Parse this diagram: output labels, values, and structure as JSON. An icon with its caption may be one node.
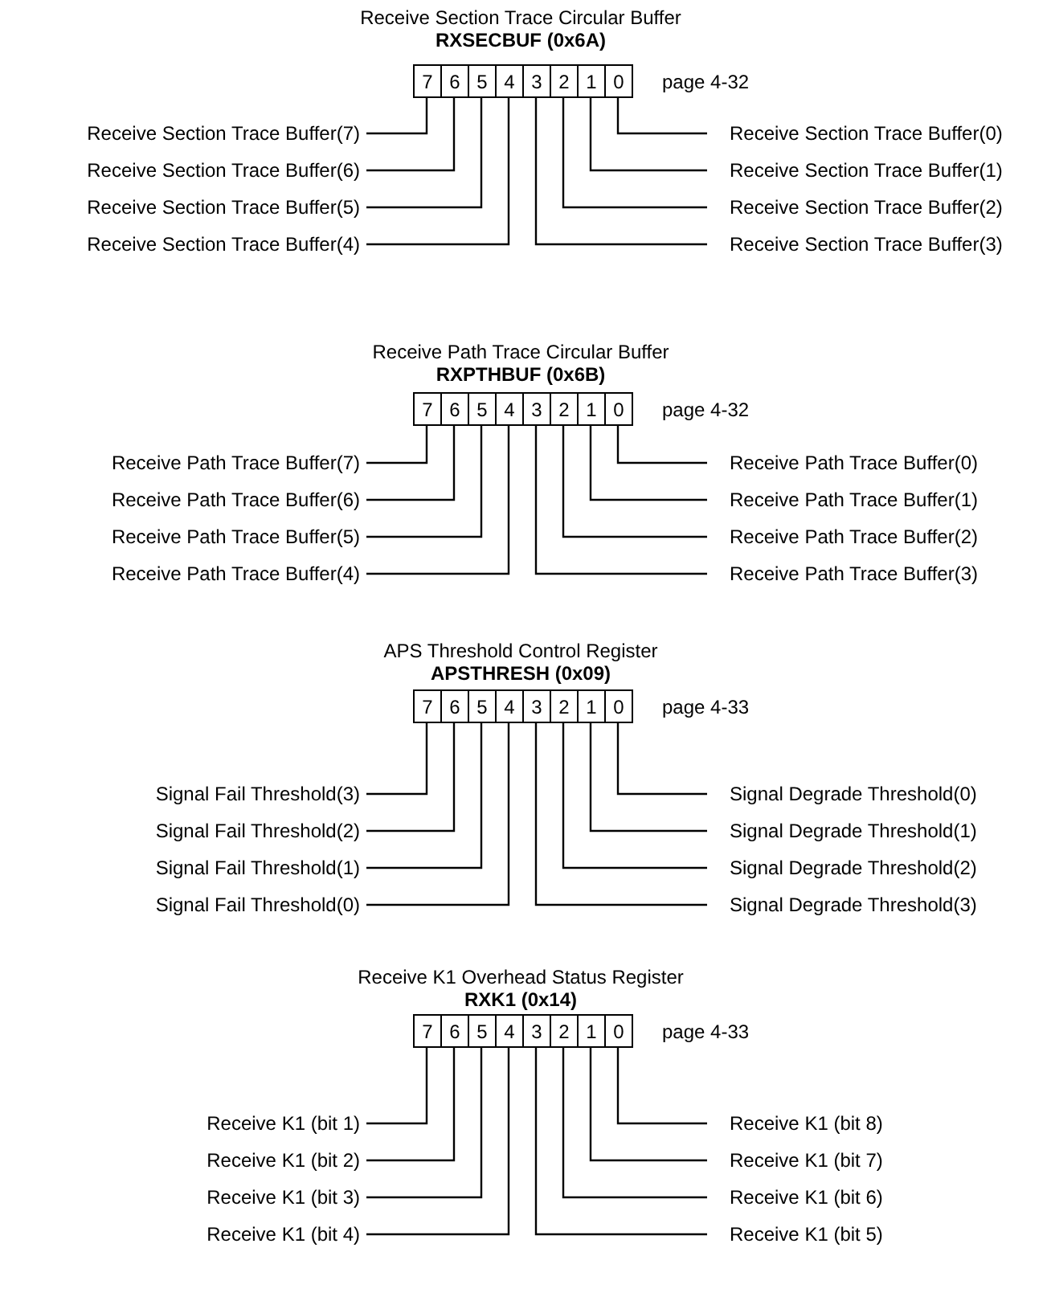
{
  "diagram": {
    "nodes": [
      {
        "text": [
          "7"
        ]
      },
      {
        "text": [
          "6"
        ]
      },
      {
        "text": [
          "5"
        ]
      },
      {
        "text": [
          "4"
        ]
      },
      {
        "text": [
          "3"
        ]
      },
      {
        "text": [
          "2"
        ]
      },
      {
        "text": [
          "1"
        ]
      },
      {
        "text": [
          "0"
        ]
      },
      {
        "text": [
          "Receive Section Trace Buffer(7)"
        ]
      },
      {
        "text": [
          "Receive Section Trace Buffer(0)"
        ]
      },
      {
        "text": [
          "Receive Section Trace Buffer(6)"
        ]
      },
      {
        "text": [
          "Receive Section Trace Buffer(1)"
        ]
      },
      {
        "text": [
          "Receive Section Trace Buffer(5)"
        ]
      },
      {
        "text": [
          "Receive Section Trace Buffer(2)"
        ]
      },
      {
        "text": [
          "Receive Section Trace Buffer(4)"
        ]
      },
      {
        "text": [
          "Receive Section Trace Buffer(3)"
        ]
      },
      {
        "text": [
          "7"
        ]
      },
      {
        "text": [
          "6"
        ]
      },
      {
        "text": [
          "5"
        ]
      },
      {
        "text": [
          "4"
        ]
      },
      {
        "text": [
          "3"
        ]
      },
      {
        "text": [
          "2"
        ]
      },
      {
        "text": [
          "1"
        ]
      },
      {
        "text": [
          "0"
        ]
      },
      {
        "text": [
          "Receive Path Trace Buffer(7)"
        ]
      },
      {
        "text": [
          "Receive Path Trace Buffer(0)"
        ]
      },
      {
        "text": [
          "Receive Path Trace Buffer(6)"
        ]
      },
      {
        "text": [
          "Receive Path Trace Buffer(1)"
        ]
      },
      {
        "text": [
          "Receive Path Trace Buffer(5)"
        ]
      },
      {
        "text": [
          "Receive Path Trace Buffer(2)"
        ]
      },
      {
        "text": [
          "Receive Path Trace Buffer(4)"
        ]
      },
      {
        "text": [
          "Receive Path Trace Buffer(3)"
        ]
      },
      {
        "text": [
          "7"
        ]
      },
      {
        "text": [
          "6"
        ]
      },
      {
        "text": [
          "5"
        ]
      },
      {
        "text": [
          "4"
        ]
      },
      {
        "text": [
          "3"
        ]
      },
      {
        "text": [
          "2"
        ]
      },
      {
        "text": [
          "1"
        ]
      },
      {
        "text": [
          "0"
        ]
      },
      {
        "text": [
          "Signal Fail Threshold(3)"
        ]
      },
      {
        "text": [
          "Signal Degrade Threshold(0)"
        ]
      },
      {
        "text": [
          "Signal Fail Threshold(2)"
        ]
      },
      {
        "text": [
          "Signal Degrade Threshold(1)"
        ]
      },
      {
        "text": [
          "Signal Fail Threshold(1)"
        ]
      },
      {
        "text": [
          "Signal Degrade Threshold(2)"
        ]
      },
      {
        "text": [
          "Signal Fail Threshold(0)"
        ]
      },
      {
        "text": [
          "Signal Degrade Threshold(3)"
        ]
      },
      {
        "text": [
          "7"
        ]
      },
      {
        "text": [
          "6"
        ]
      },
      {
        "text": [
          "5"
        ]
      },
      {
        "text": [
          "4"
        ]
      },
      {
        "text": [
          "3"
        ]
      },
      {
        "text": [
          "2"
        ]
      },
      {
        "text": [
          "1"
        ]
      },
      {
        "text": [
          "0"
        ]
      },
      {
        "text": [
          "Receive K1 (bit 1)"
        ]
      },
      {
        "text": [
          "Receive K1 (bit 8)"
        ]
      },
      {
        "text": [
          "Receive K1 (bit 2)"
        ]
      },
      {
        "text": [
          "Receive K1 (bit 7)"
        ]
      },
      {
        "text": [
          "Receive K1 (bit 3)"
        ]
      },
      {
        "text": [
          "Receive K1 (bit 6)"
        ]
      },
      {
        "text": [
          "Receive K1 (bit 4)"
        ]
      },
      {
        "text": [
          "Receive K1 (bit 5)"
        ]
      }
    ],
    "edges": [
      {
        "from": 8,
        "to": 0,
        "arrow": "none"
      },
      {
        "from": 9,
        "to": 7,
        "arrow": "none"
      },
      {
        "from": 10,
        "to": 1,
        "arrow": "none"
      },
      {
        "from": 11,
        "to": 6,
        "arrow": "none"
      },
      {
        "from": 12,
        "to": 2,
        "arrow": "none"
      },
      {
        "from": 13,
        "to": 5,
        "arrow": "none"
      },
      {
        "from": 14,
        "to": 3,
        "arrow": "none"
      },
      {
        "from": 15,
        "to": 4,
        "arrow": "none"
      },
      {
        "from": 24,
        "to": 16,
        "arrow": "none"
      },
      {
        "from": 25,
        "to": 23,
        "arrow": "none"
      },
      {
        "from": 26,
        "to": 17,
        "arrow": "none"
      },
      {
        "from": 27,
        "to": 22,
        "arrow": "none"
      },
      {
        "from": 28,
        "to": 18,
        "arrow": "none"
      },
      {
        "from": 29,
        "to": 21,
        "arrow": "none"
      },
      {
        "from": 30,
        "to": 19,
        "arrow": "none"
      },
      {
        "from": 31,
        "to": 20,
        "arrow": "none"
      },
      {
        "from": 40,
        "to": 32,
        "arrow": "none"
      },
      {
        "from": 41,
        "to": 39,
        "arrow": "none"
      },
      {
        "from": 42,
        "to": 33,
        "arrow": "none"
      },
      {
        "from": 43,
        "to": 38,
        "arrow": "none"
      },
      {
        "from": 44,
        "to": 34,
        "arrow": "none"
      },
      {
        "from": 45,
        "to": 37,
        "arrow": "none"
      },
      {
        "from": 46,
        "to": 35,
        "arrow": "none"
      },
      {
        "from": 47,
        "to": 36,
        "arrow": "none"
      },
      {
        "from": 56,
        "to": 48,
        "arrow": "none"
      },
      {
        "from": 57,
        "to": 55,
        "arrow": "none"
      },
      {
        "from": 58,
        "to": 49,
        "arrow": "none"
      },
      {
        "from": 59,
        "to": 54,
        "arrow": "none"
      },
      {
        "from": 60,
        "to": 50,
        "arrow": "none"
      },
      {
        "from": 61,
        "to": 53,
        "arrow": "none"
      },
      {
        "from": 62,
        "to": 51,
        "arrow": "none"
      },
      {
        "from": 63,
        "to": 52,
        "arrow": "none"
      }
    ],
    "labels": [
      "Receive Section Trace Circular Buffer",
      "RXSECBUF (0x6A)",
      "page 4-32",
      "Receive Path Trace Circular Buffer",
      "RXPTHBUF (0x6B)",
      "page 4-32",
      "APS Threshold Control Register",
      "APSTHRESH (0x09)",
      "page 4-33",
      "Receive K1 Overhead Status Register",
      "RXK1 (0x14)",
      "page 4-33"
    ]
  }
}
